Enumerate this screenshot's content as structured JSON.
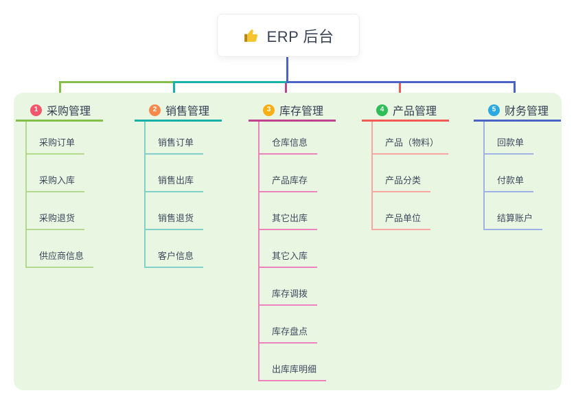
{
  "root": {
    "label": "ERP 后台",
    "icon": "thumbs-up",
    "trunk_color": "#4b63c6"
  },
  "panel": {
    "background": "#e8f6e2"
  },
  "branches": [
    {
      "number": "1",
      "label": "采购管理",
      "badge_color": "#f4566a",
      "line_color": "#84bf4a",
      "item_line_color": "#b2d98e",
      "items": [
        "采购订单",
        "采购入库",
        "采购退货",
        "供应商信息"
      ]
    },
    {
      "number": "2",
      "label": "销售管理",
      "badge_color": "#f9894a",
      "line_color": "#17b1a8",
      "item_line_color": "#7fd0c9",
      "items": [
        "销售订单",
        "销售出库",
        "销售退货",
        "客户信息"
      ]
    },
    {
      "number": "3",
      "label": "库存管理",
      "badge_color": "#fbaf14",
      "line_color": "#c2418f",
      "item_line_color": "#ee82bc",
      "items": [
        "仓库信息",
        "产品库存",
        "其它出库",
        "其它入库",
        "库存调拨",
        "库存盘点",
        "出库库明细"
      ]
    },
    {
      "number": "4",
      "label": "产品管理",
      "badge_color": "#2ebd59",
      "line_color": "#f25953",
      "item_line_color": "#f8a6a1",
      "items": [
        "产品（物料）",
        "产品分类",
        "产品单位"
      ]
    },
    {
      "number": "5",
      "label": "财务管理",
      "badge_color": "#2ba9e0",
      "line_color": "#4b63c6",
      "item_line_color": "#9db1e4",
      "items": [
        "回款单",
        "付款单",
        "结算账户"
      ]
    }
  ]
}
